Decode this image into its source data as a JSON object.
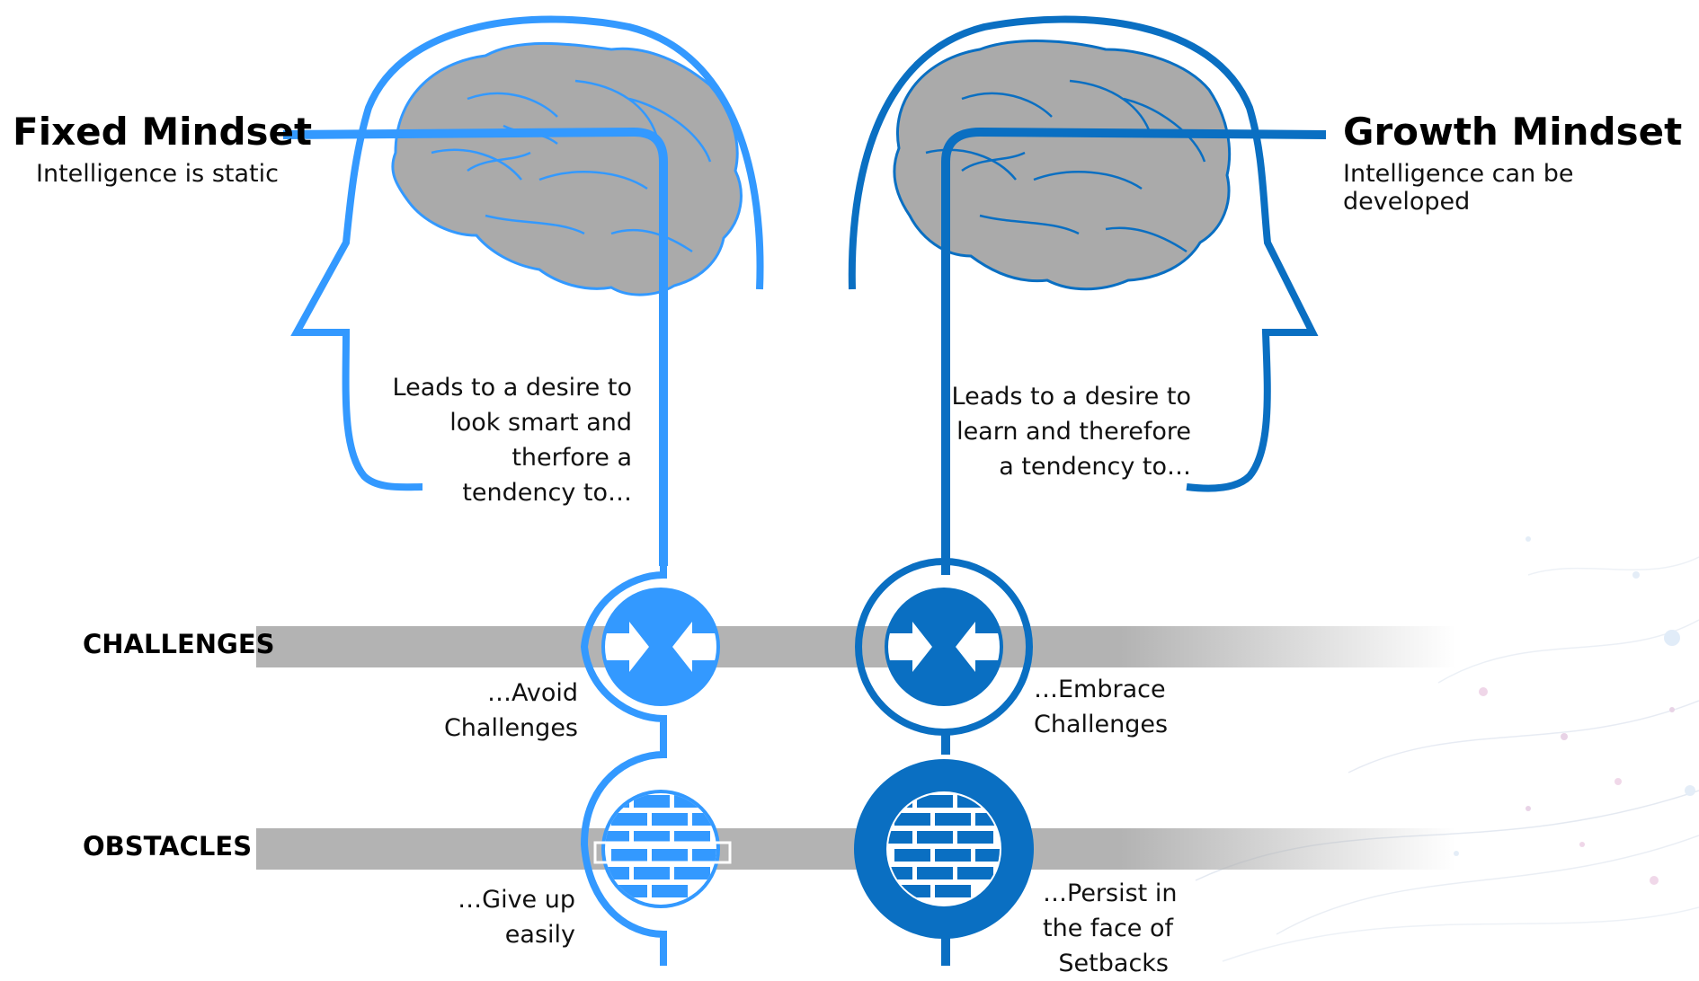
{
  "fixed": {
    "title": "Fixed Mindset",
    "subtitle": "Intelligence is static",
    "desire": [
      "Leads to a desire to",
      "look smart and",
      "therfore a",
      "tendency to…"
    ],
    "challenges_response": [
      "…Avoid",
      "Challenges"
    ],
    "obstacles_response": [
      "…Give up",
      "easily"
    ],
    "color": "#3399ff"
  },
  "growth": {
    "title": "Growth Mindset",
    "subtitle": "Intelligence can be developed",
    "desire": [
      "Leads to a desire to",
      "learn and therefore",
      "a tendency to…"
    ],
    "challenges_response": [
      "…Embrace",
      "Challenges"
    ],
    "obstacles_response": [
      "…Persist in",
      "the face of",
      "Setbacks"
    ],
    "color": "#0a6fc2"
  },
  "rows": {
    "challenges": "CHALLENGES",
    "obstacles": "OBSTACLES",
    "band_color": "#b3b3b3"
  },
  "brain_color": "#aaaaaa",
  "icons": {
    "challenge": "arrows-converging-icon",
    "obstacle": "brick-wall-icon"
  }
}
